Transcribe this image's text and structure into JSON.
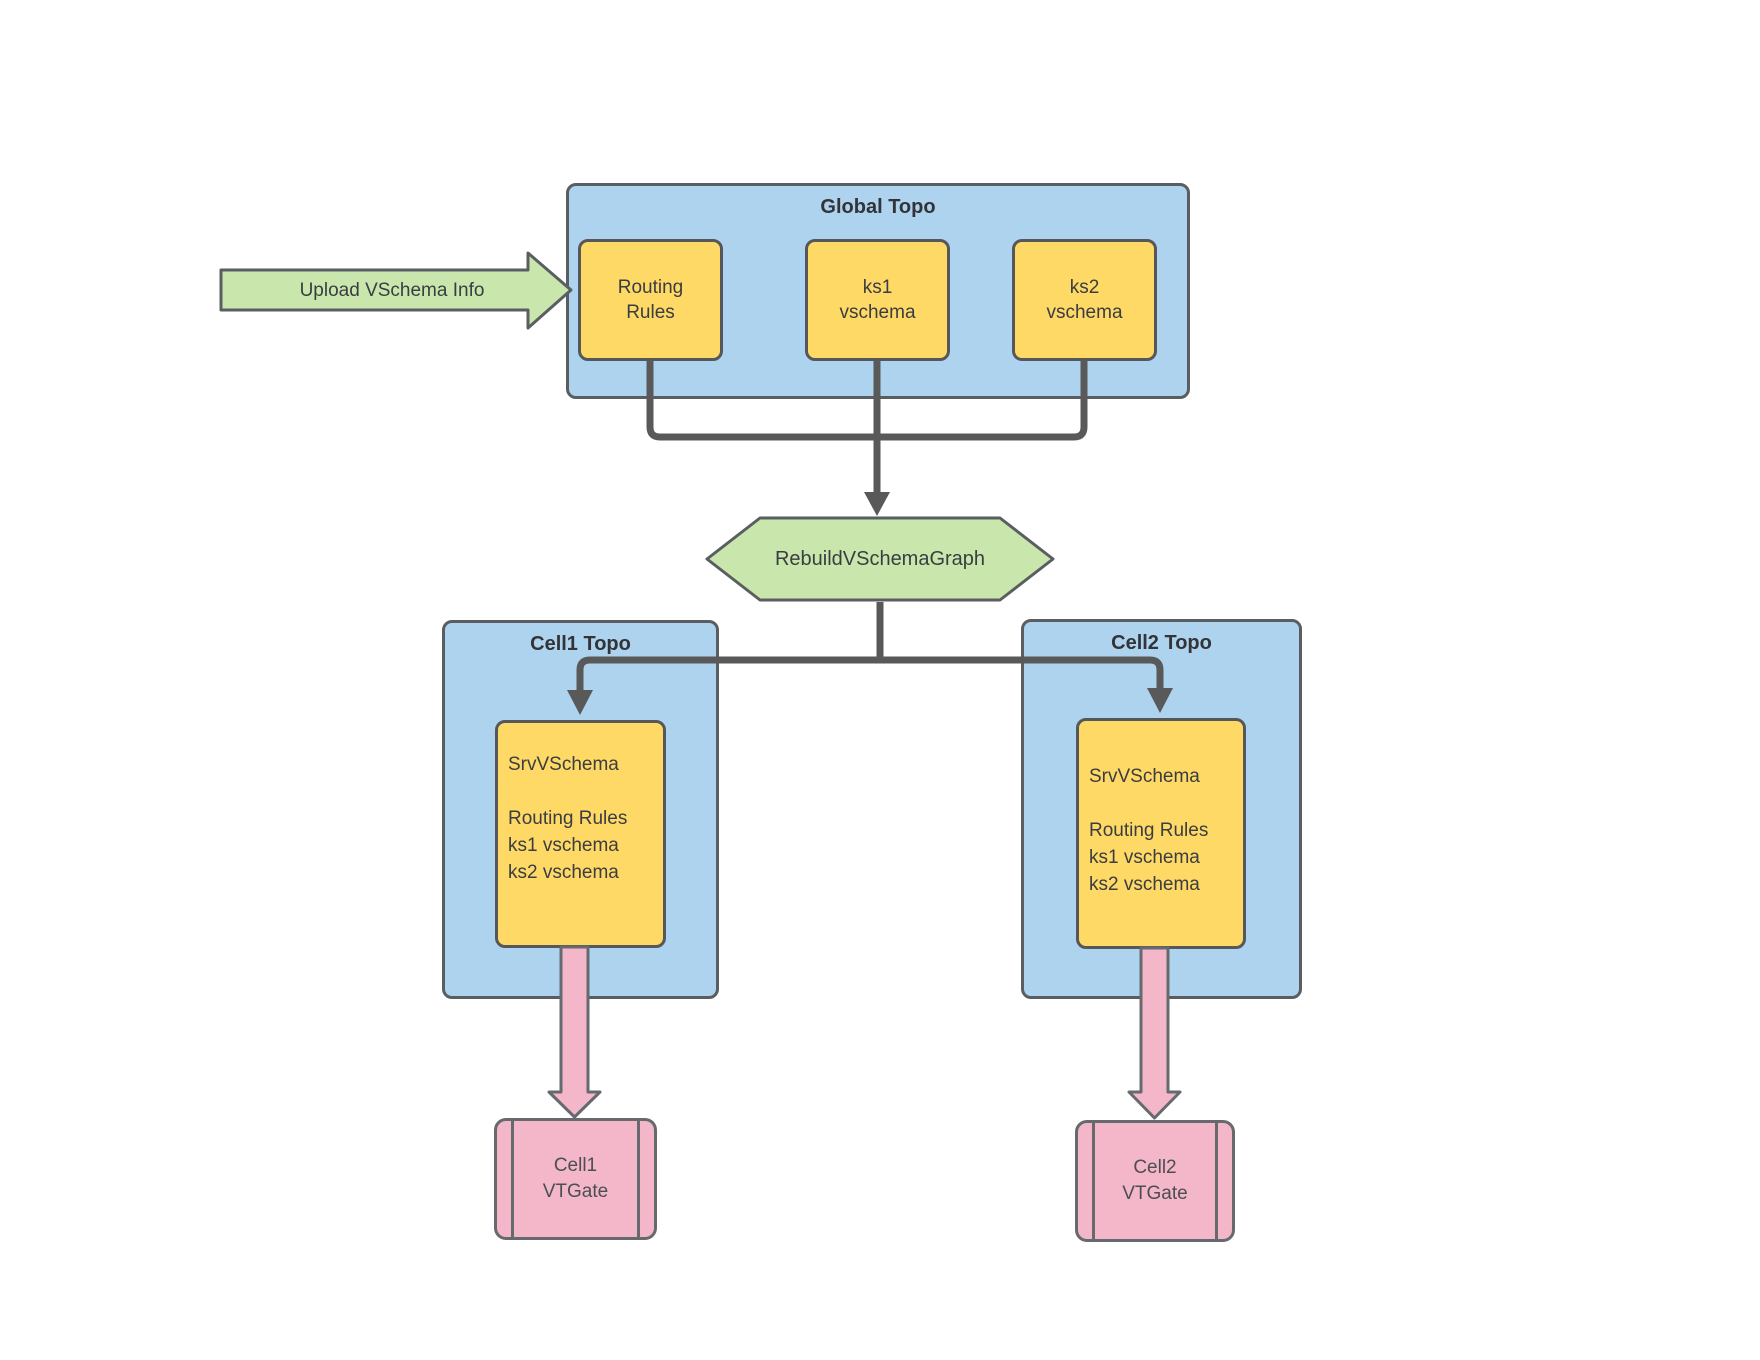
{
  "diagram": {
    "upload_arrow": {
      "label": "Upload VSchema Info"
    },
    "global_topo": {
      "title": "Global Topo",
      "boxes": [
        {
          "label": "Routing\nRules"
        },
        {
          "label": "ks1\nvschema"
        },
        {
          "label": "ks2\nvschema"
        }
      ]
    },
    "rebuild_step": {
      "label": "RebuildVSchemaGraph"
    },
    "cells": [
      {
        "title": "Cell1 Topo",
        "srv_box": "SrvVSchema\n\nRouting Rules\nks1 vschema\nks2 vschema",
        "vtgate": "Cell1\nVTGate"
      },
      {
        "title": "Cell2 Topo",
        "srv_box": "SrvVSchema\n\nRouting Rules\nks1 vschema\nks2 vschema",
        "vtgate": "Cell2\nVTGate"
      }
    ],
    "colors": {
      "container_blue": "#AED3EE",
      "node_yellow": "#FFD966",
      "process_green": "#C9E7AD",
      "vtgate_pink": "#F3B7C9",
      "shape_border_gray": "#5A5D61",
      "connector_gray": "#595959",
      "text_dark": "#3A3D41"
    }
  }
}
